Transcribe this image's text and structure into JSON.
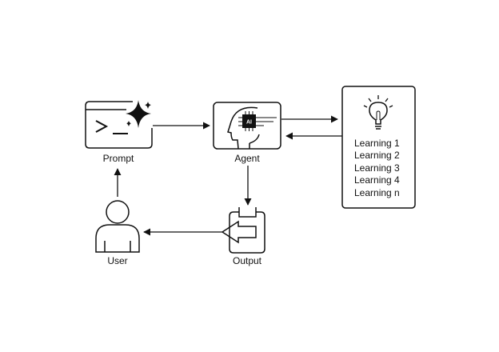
{
  "nodes": {
    "prompt": {
      "label": "Prompt"
    },
    "agent": {
      "label": "Agent",
      "chip_text": "AI"
    },
    "output": {
      "label": "Output"
    },
    "user": {
      "label": "User"
    },
    "memory": {
      "items": [
        "Learning 1",
        "Learning 2",
        "Learning 3",
        "Learning 4",
        "Learning n"
      ]
    }
  },
  "icons": {
    "prompt": "terminal-sparkle-icon",
    "agent": "ai-head-icon",
    "output": "output-arrow-icon",
    "user": "user-icon",
    "memory": "lightbulb-icon"
  },
  "colors": {
    "stroke": "#111111",
    "background": "#ffffff"
  }
}
